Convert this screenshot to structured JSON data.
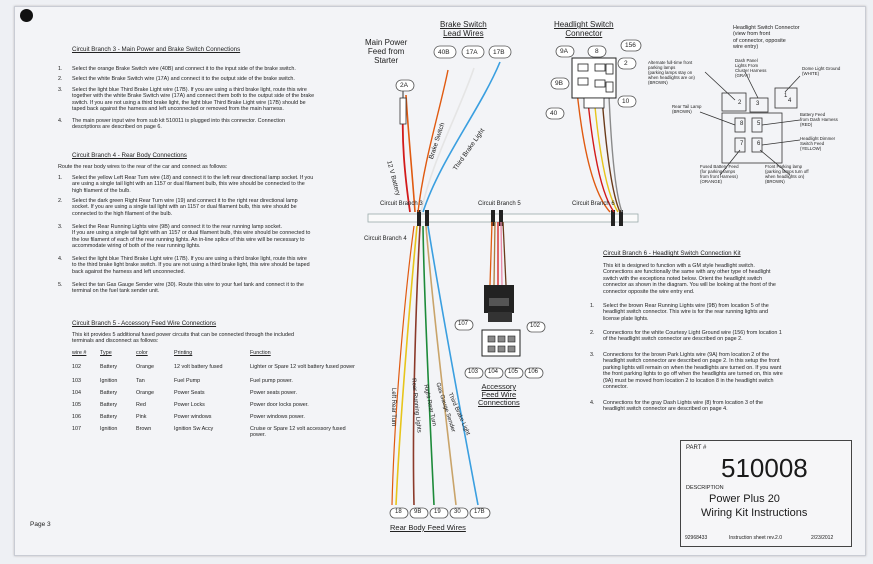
{
  "page_label": "Page 3",
  "branch3": {
    "title": "Circuit Branch 3 - Main Power and Brake Switch Connections",
    "steps": [
      {
        "n": "1.",
        "text": "Select the orange Brake Switch wire (40B) and connect it to the input side of the brake switch."
      },
      {
        "n": "2.",
        "text": "Select the white Brake Switch wire (17A) and connect it to the output side of the brake switch."
      },
      {
        "n": "3.",
        "text": "Select the light blue Third Brake Light wire (17B). If you are using a third brake light, route this wire\ntogether with the white Brake Switch wire (17A) and connect them both to the output side of the brake\nswitch. If you are not using a third brake light, the light blue Third Brake Light wire (17B) should be\ntaped back against the harness and left unconnected or removed from the main harness."
      },
      {
        "n": "4.",
        "text": "The main power input wire from sub kit 510011 is plugged into this connector. Connection\ndescriptions are described on page 6."
      }
    ]
  },
  "branch4": {
    "title": "Circuit Branch 4 - Rear Body Connections",
    "intro": "Route the rear body wires to the rear of the car and connect as follows:",
    "steps": [
      {
        "n": "1.",
        "text": "Select the yellow Left Rear Turn wire (18) and connect it to the left rear directional lamp socket. If you\nare using a single tail light with an 1157 or dual filament bulb, this wire should be connected to the\nhigh filament of the bulb."
      },
      {
        "n": "2.",
        "text": "Select the dark green Right Rear Turn wire (19) and connect it to the right rear directional lamp\nsocket. If you are using a single tail light with an 1157 or dual filament bulb, this wire should be\nconnected to the high filament of the bulb."
      },
      {
        "n": "3.",
        "text": "Select the Rear Running Lights wire (9B) and connect it to the rear running lamp socket.\nIf you are using a single tail light with an 1157 or dual filament bulb, this wire should be connected to\nthe low filament of each of the rear running lights. An in-line splice of this wire will be necessary to\naccommodate wiring of both of the rear running lights."
      },
      {
        "n": "4.",
        "text": "Select the light blue Third Brake Light wire (17B). If you are using a third brake light, route this wire\nto the third brake light brake switch. If you are not using a third brake light, this wire should be taped\nback against the harness and left unconnected."
      },
      {
        "n": "5.",
        "text": "Select the tan Gas Gauge Sender wire (30). Route this wire to your fuel tank and connect it to the\nterminal on the fuel tank sender unit."
      }
    ]
  },
  "branch5": {
    "title": "Circuit Branch 5 - Accessory Feed Wire Connections",
    "intro": "This kit provides 5 additional fused power circuits that can be connected through the included\nterminals and disconnect as follows:",
    "headers": [
      "wire #",
      "Type",
      "color",
      "Printing",
      "Function"
    ],
    "rows": [
      [
        "102",
        "Battery",
        "Orange",
        "12 volt battery fused",
        "Lighter or Spare 12 volt battery fused power"
      ],
      [
        "103",
        "Ignition",
        "Tan",
        "Fuel Pump",
        "Fuel pump power."
      ],
      [
        "104",
        "Battery",
        "Orange",
        "Power Seats",
        "Power seats power."
      ],
      [
        "105",
        "Battery",
        "Red",
        "Power Locks",
        "Power door locks power."
      ],
      [
        "106",
        "Battery",
        "Pink",
        "Power windows",
        "Power windows power."
      ],
      [
        "107",
        "Ignition",
        "Brown",
        "Ignition Sw Accy",
        "Cruise or Spare 12 volt accessory fused power."
      ]
    ]
  },
  "branch6": {
    "title": "Circuit Branch 6 - Headlight Switch Connection Kit",
    "intro": "This kit is designed to function with a GM style headlight switch.\nConnections are functionally the same with any other type of headlight\nswitch with the exceptions noted below. Orient the headlight switch\nconnector as shown in the diagram.  You will be looking at the front of the\nconnector opposite the wire entry end.",
    "steps": [
      {
        "n": "1.",
        "text": "Select the brown Rear Running Lights wire (9B) from location 5 of the\nheadlight switch connector. This wire is for the rear running lights and\nlicense plate lights."
      },
      {
        "n": "2.",
        "text": "Connections for the white Courtesy Light Ground wire (156) from location 1\nof the headlight switch connector are described on page 2."
      },
      {
        "n": "3.",
        "text": "Connections for the brown Park Lights wire (9A) from location 2 of the\nheadlight switch connector are described on page 2. In this setup the front\nparking lights will remain on when the headlights are turned on. If you want\nthe front parking lights to go off when the headlights are turned on, this wire\n(9A) must be moved from location 2 to location 8 in the headlight switch\nconnector."
      },
      {
        "n": "4.",
        "text": "Connections for the gray Dash Lights wire (8) from location 3 of the\nheadlight switch connector are described on page 4."
      }
    ]
  },
  "diagram": {
    "main_power": "Main Power\nFeed from\nStarter",
    "brake_switch": "Brake Switch\nLead Wires",
    "headlight_switch": "Headlight Switch\nConnector",
    "connector_view": "Headlight Switch Connector\n(view from front\nof connector, opposite\nwire entry)",
    "wire_tags_top": [
      "40B",
      "17A",
      "17B"
    ],
    "tag_2a": "2A",
    "hs_tags": [
      "9A",
      "8",
      "156",
      "9B",
      "2",
      "10",
      "40"
    ],
    "vertical_labels_top": [
      "12 V Battery",
      "Brake Switch",
      "Third Brake Light"
    ],
    "branch_labels": [
      "Circuit Branch 3",
      "Circuit Branch 5",
      "Circuit Branch 6",
      "Circuit Branch 4"
    ],
    "rear_wire_labels": [
      "Left Rear Turn",
      "Rear Running Lights",
      "Right Rear Turn",
      "Gas Gauge Sender",
      "Third Brake Light"
    ],
    "rear_tags": [
      "18",
      "9B",
      "19",
      "30",
      "17B"
    ],
    "rear_title": "Rear Body Feed Wires",
    "acc_tags": [
      "107",
      "102",
      "103",
      "104",
      "105",
      "106"
    ],
    "acc_title": "Accessory\nFeed Wire\nConnections",
    "conn_notes": {
      "alt": "Alternate full-time front\nparking lamps\n(parking lamps stay on\nwhen headlights are on)\n(BROWN)",
      "dash": "Dash Panel\nLights From\nCluster Harness\n(GRAY)",
      "dome": "Dome Light Ground\n(WHITE)",
      "rear": "Rear Tail Lamp\n(BROWN)",
      "batt": "Battery Feed\nfrom Dash Harness\n(RED)",
      "dim": "Headlight Dimmer\nSwitch Feed\n(YELLOW)",
      "fused": "Fused Battery Feed\n(for parking lamps\nfrom front Harness)\n(ORANGE)",
      "front": "Front Parking lamp\n(parking lamps turn off\nwhen headlights on)\n(BROWN)"
    },
    "pin_numbers": [
      "1",
      "2",
      "3",
      "4",
      "5",
      "6",
      "7",
      "8"
    ]
  },
  "part_box": {
    "part_label": "PART #",
    "part_number": "510008",
    "desc_label": "DESCRIPTION",
    "desc_line1": "Power Plus 20",
    "desc_line2": "Wiring Kit Instructions",
    "code": "92968433",
    "revision": "Instruction sheet  rev.2.0",
    "date": "2/23/2012"
  }
}
